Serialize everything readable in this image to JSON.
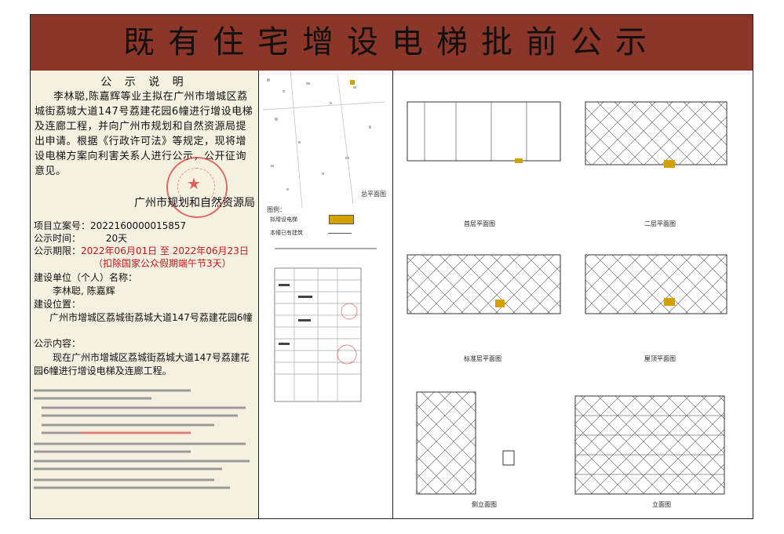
{
  "banner": {
    "title": "既有住宅增设电梯批前公示"
  },
  "notice": {
    "heading": "公 示 说 明",
    "body": "李林聪,陈嘉辉等业主拟在广州市增城区荔城街荔城大道147号荔建花园6幢进行增设电梯及连廊工程，并向广州市规划和自然资源局提出申请。根据《行政许可法》等规定，现将增设电梯方案向利害关系人进行公示，公开征询意见。",
    "authority": "广州市规划和自然资源局"
  },
  "fields": {
    "project_no_label": "项目立案号：",
    "project_no": "2022160000015857",
    "duration_label": "公示时间：",
    "duration": "20天",
    "period_label": "公示期限：",
    "period": "2022年06月01日  至  2022年06月23日",
    "period_note": "（扣除国家公众假期端午节3天）",
    "applicant_label": "建设单位（个人）名称：",
    "applicant": "李林聪, 陈嘉辉",
    "location_label": "建设位置：",
    "location": "广州市增城区荔城街荔城大道147号荔建花园6幢",
    "content_label": "公示内容：",
    "content": "现在广州市增城区荔城街荔城大道147号荔建花园6幢进行增设电梯及连廊工程。"
  },
  "site_plan": {
    "caption": "总平面图",
    "legend_label": "图例：",
    "legend_item1": "拟增设电梯",
    "legend_item2": "本幢已有建筑"
  },
  "drawings": {
    "d1": "首层平面图",
    "d2": "二层平面图",
    "d3": "标准层平面图",
    "d4": "屋顶平面图",
    "d5": "侧立面图",
    "d6": "立面图"
  },
  "colors": {
    "banner": "#8b3628",
    "left_panel": "#f5f1e0",
    "elevator": "#d4a100",
    "seal": "#d73c3c"
  }
}
